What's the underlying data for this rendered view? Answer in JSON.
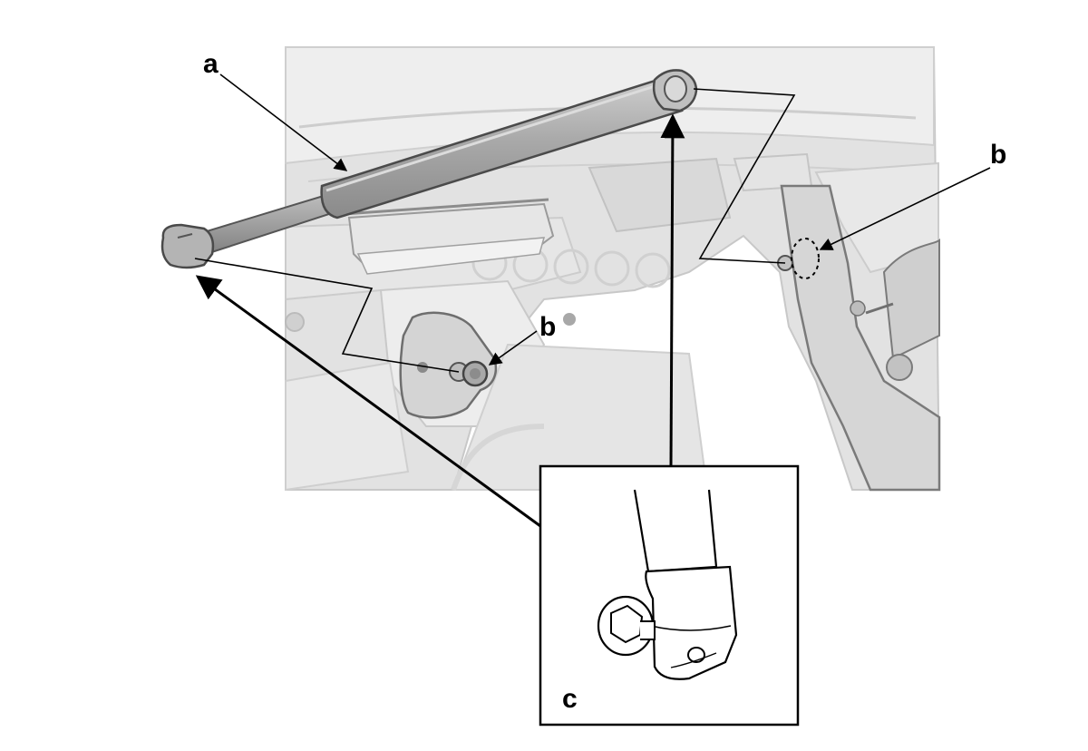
{
  "callouts": {
    "a": "a",
    "b_right": "b",
    "b_left": "b",
    "c": "c"
  },
  "colors": {
    "background_panel": "#dcdcdc",
    "body_light": "#ececec",
    "body_mid": "#d2d2d2",
    "strut_dark": "#9a9a9a",
    "line": "#000000"
  }
}
